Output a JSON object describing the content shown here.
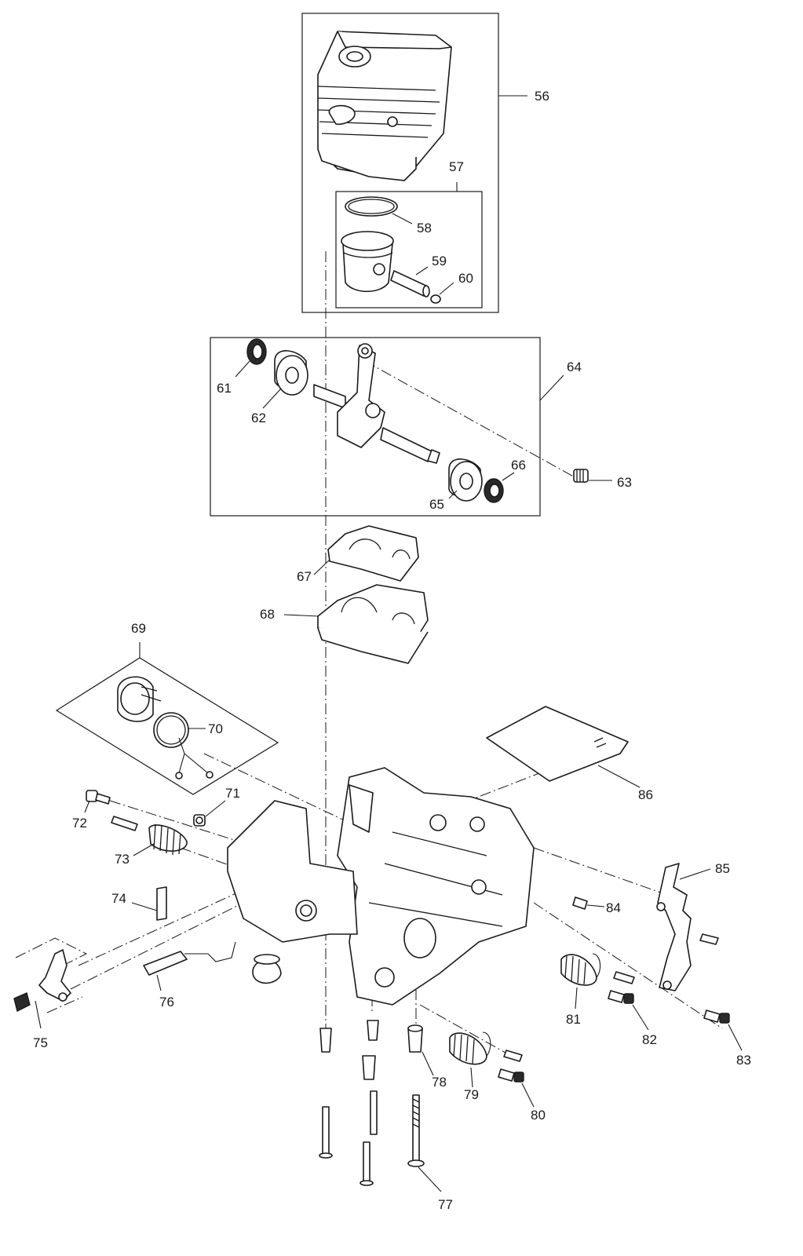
{
  "callouts": {
    "c56": "56",
    "c57": "57",
    "c58": "58",
    "c59": "59",
    "c60": "60",
    "c61": "61",
    "c62": "62",
    "c63": "63",
    "c64": "64",
    "c65": "65",
    "c66": "66",
    "c67": "67",
    "c68": "68",
    "c69": "69",
    "c70": "70",
    "c71": "71",
    "c72": "72",
    "c73": "73",
    "c74": "74",
    "c75": "75",
    "c76": "76",
    "c77": "77",
    "c78": "78",
    "c79": "79",
    "c80": "80",
    "c81": "81",
    "c82": "82",
    "c83": "83",
    "c84": "84",
    "c85": "85",
    "c86": "86"
  },
  "colors": {
    "ink": "#1a1a1a",
    "paper": "#ffffff"
  }
}
